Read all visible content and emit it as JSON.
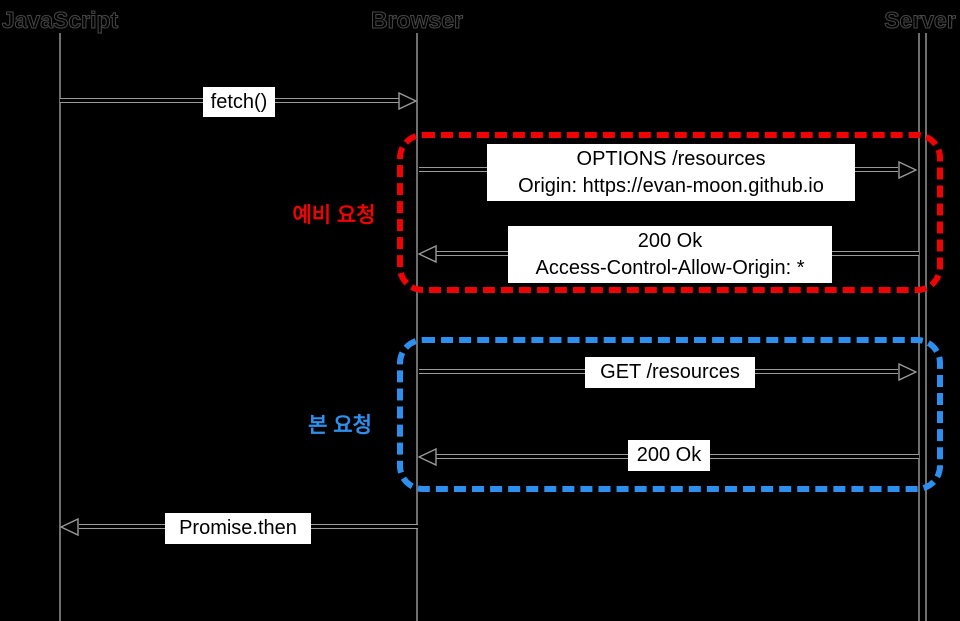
{
  "diagram": {
    "type": "sequence-diagram",
    "background": "#000000",
    "colors": {
      "preflight_accent": "#ee0404",
      "main_accent": "#2e90ee",
      "label_box_bg": "#ffffff",
      "label_text": "#000000",
      "lifeline": "#6e6e6e"
    },
    "actors": [
      {
        "id": "javascript",
        "label": "JavaScript"
      },
      {
        "id": "browser",
        "label": "Browser"
      },
      {
        "id": "server",
        "label": "Server"
      }
    ],
    "messages": [
      {
        "id": "fetch",
        "from": "JavaScript",
        "to": "Browser",
        "label": "fetch()"
      },
      {
        "id": "options-request",
        "from": "Browser",
        "to": "Server",
        "label": "OPTIONS /resources\nOrigin: https://evan-moon.github.io"
      },
      {
        "id": "preflight-response",
        "from": "Server",
        "to": "Browser",
        "label": "200 Ok\nAccess-Control-Allow-Origin: *"
      },
      {
        "id": "get-request",
        "from": "Browser",
        "to": "Server",
        "label": "GET /resources"
      },
      {
        "id": "main-response",
        "from": "Server",
        "to": "Browser",
        "label": "200 Ok"
      },
      {
        "id": "promise-then",
        "from": "Browser",
        "to": "JavaScript",
        "label": "Promise.then"
      }
    ],
    "groups": [
      {
        "id": "preflight",
        "label": "예비 요청",
        "color": "#ee0404"
      },
      {
        "id": "main",
        "label": "본 요청",
        "color": "#2e90ee"
      }
    ]
  }
}
